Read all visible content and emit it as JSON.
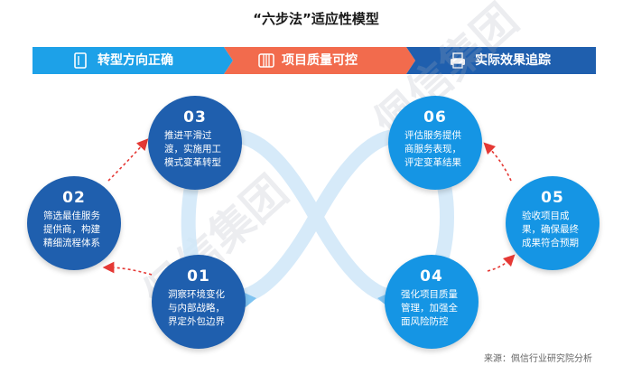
{
  "title": "“六步法”适应性模型",
  "banner": {
    "segments": [
      {
        "label": "转型方向正确",
        "icon": "door-icon",
        "color": "#1da1e8"
      },
      {
        "label": "项目质量可控",
        "icon": "columns-icon",
        "color": "#f26b4d"
      },
      {
        "label": "实际效果追踪",
        "icon": "printer-icon",
        "color": "#1f5fae"
      }
    ]
  },
  "nodes": [
    {
      "num": "01",
      "text": "洞察环境变化与内部战略，界定外包边界",
      "tone": "dark"
    },
    {
      "num": "02",
      "text": "筛选最佳服务提供商，构建精细流程体系",
      "tone": "dark"
    },
    {
      "num": "03",
      "text": "推进平滑过渡，实施用工模式变革转型",
      "tone": "dark"
    },
    {
      "num": "04",
      "text": "强化项目质量管理，加强全面风险防控",
      "tone": "light"
    },
    {
      "num": "05",
      "text": "验收项目成果，确保最终成果符合预期",
      "tone": "light"
    },
    {
      "num": "06",
      "text": "评估服务提供商服务表现，评定变革结果",
      "tone": "light"
    }
  ],
  "watermark": "佩信集团",
  "source": "来源：佩信行业研究院分析"
}
